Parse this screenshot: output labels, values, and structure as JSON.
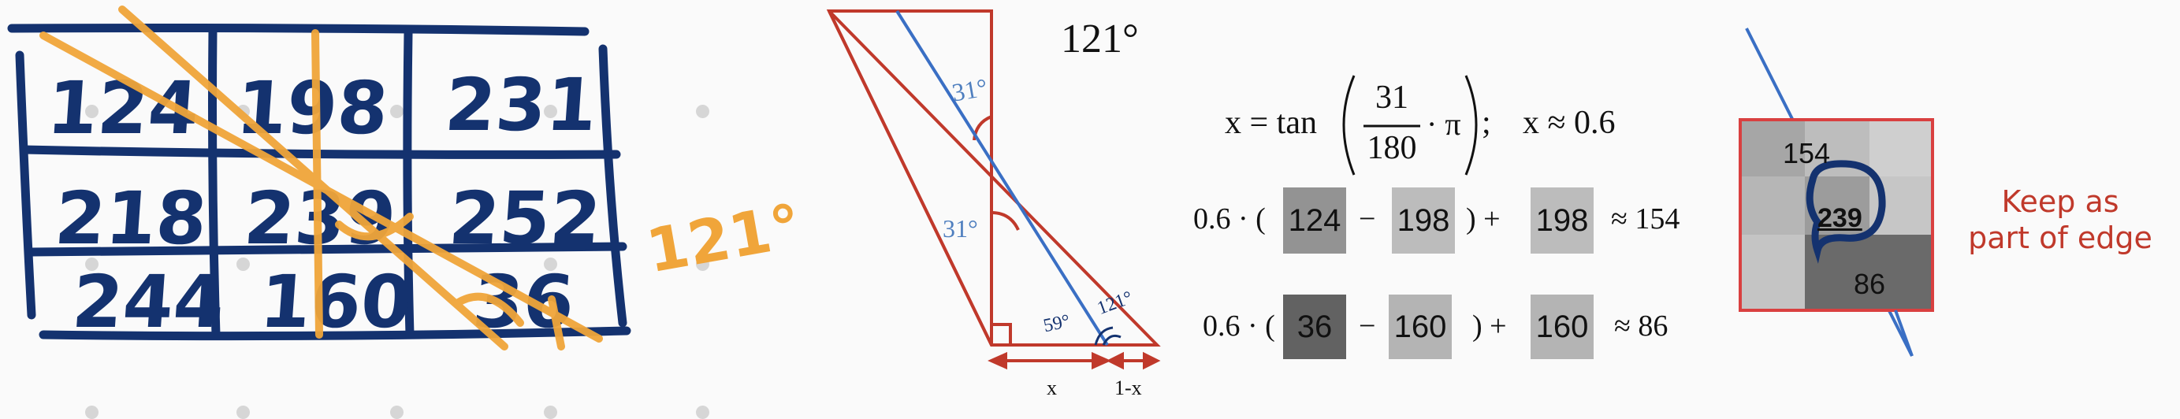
{
  "grid": {
    "cells": [
      [
        "124",
        "198",
        "231"
      ],
      [
        "218",
        "239",
        "252"
      ],
      [
        "244",
        "160",
        "36"
      ]
    ],
    "angle_note": "121°"
  },
  "triangle": {
    "title": "121°",
    "angle_top": "31°",
    "angle_mid": "31°",
    "angle_bottom_left": "59°",
    "angle_bottom_right": "121°",
    "x_label": "x",
    "one_minus_x_label": "1-x"
  },
  "formula": {
    "lhs": "x = tan",
    "numerator": "31",
    "denominator": "180",
    "times_pi": "· π",
    "approx": "x ≈ 0.6",
    "row1": {
      "coef": "0.6 · (",
      "a": "124",
      "minus": "−",
      "b": "198",
      "plus": ") +",
      "c": "198",
      "result": "≈ 154"
    },
    "row2": {
      "coef": "0.6 · (",
      "a": "36",
      "minus": "−",
      "b": "160",
      "plus": ") +",
      "c": "160",
      "result": "≈ 86"
    }
  },
  "edge_box": {
    "top_left": "154",
    "center": "239",
    "bottom_right": "86",
    "note_line1": "Keep as",
    "note_line2": "part of edge"
  },
  "colors": {
    "navy": "#14326f",
    "orange": "#f0a53a",
    "red": "#c0392b",
    "blue": "#3a6fc4"
  }
}
